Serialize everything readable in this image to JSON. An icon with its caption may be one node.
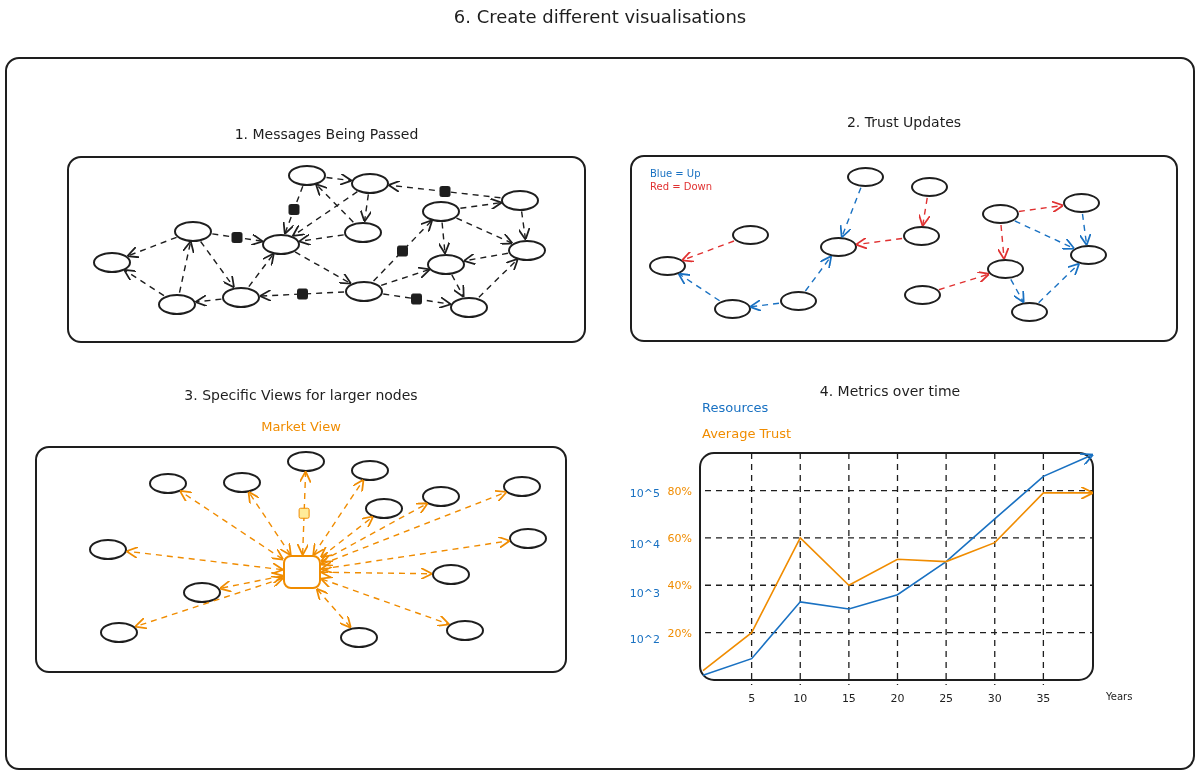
{
  "diagram": {
    "title": "6. Create different visualisations",
    "nodes": [
      {
        "text": [],
        "shape": "box"
      },
      {
        "text": [
          "1. Messages Being Passed"
        ],
        "in": 0
      },
      {
        "text": [
          "2. Trust Updates",
          "Blue = Up",
          "Red = Down"
        ],
        "in": 0
      },
      {
        "text": [
          "3. Specific Views for larger nodes",
          "Market View"
        ],
        "in": 0
      },
      {
        "text": [],
        "shape": "circle",
        "in": 1
      },
      {
        "text": [],
        "shape": "circle",
        "in": 1
      },
      {
        "text": [],
        "shape": "circle",
        "in": 1
      },
      {
        "text": [],
        "shape": "circle",
        "in": 1
      },
      {
        "text": [],
        "shape": "circle",
        "in": 1
      },
      {
        "text": [],
        "shape": "circle",
        "in": 1
      },
      {
        "text": [],
        "shape": "circle",
        "in": 1
      },
      {
        "text": [],
        "shape": "circle",
        "in": 1
      },
      {
        "text": [],
        "shape": "circle",
        "in": 1
      },
      {
        "text": [],
        "shape": "circle",
        "in": 1
      },
      {
        "text": [],
        "shape": "circle",
        "in": 1
      },
      {
        "text": [],
        "shape": "circle",
        "in": 1
      },
      {
        "text": [],
        "shape": "circle",
        "in": 1
      },
      {
        "text": [],
        "shape": "circle",
        "in": 1
      },
      {
        "text": [],
        "shape": "circle",
        "in": 2
      },
      {
        "text": [],
        "shape": "circle",
        "in": 2
      },
      {
        "text": [],
        "shape": "circle",
        "in": 2
      },
      {
        "text": [],
        "shape": "circle",
        "in": 2
      },
      {
        "text": [],
        "shape": "circle",
        "in": 2
      },
      {
        "text": [],
        "shape": "circle",
        "in": 2
      },
      {
        "text": [],
        "shape": "circle",
        "in": 2
      },
      {
        "text": [],
        "shape": "circle",
        "in": 2
      },
      {
        "text": [],
        "shape": "circle",
        "in": 2
      },
      {
        "text": [],
        "shape": "circle",
        "in": 2
      },
      {
        "text": [],
        "shape": "circle",
        "in": 2
      },
      {
        "text": [],
        "shape": "circle",
        "in": 2
      },
      {
        "text": [],
        "shape": "circle",
        "in": 2
      },
      {
        "text": [],
        "shape": "circle",
        "in": 2
      },
      {
        "text": [],
        "shape": "box",
        "in": 3
      },
      {
        "text": [],
        "shape": "circle",
        "in": 3
      },
      {
        "text": [],
        "shape": "circle",
        "in": 3
      },
      {
        "text": [],
        "shape": "circle",
        "in": 3
      },
      {
        "text": [],
        "shape": "circle",
        "in": 3
      },
      {
        "text": [],
        "shape": "circle",
        "in": 3
      },
      {
        "text": [],
        "shape": "circle",
        "in": 3
      },
      {
        "text": [],
        "shape": "circle",
        "in": 3
      },
      {
        "text": [],
        "shape": "circle",
        "in": 3
      },
      {
        "text": [],
        "shape": "circle",
        "in": 3
      },
      {
        "text": [],
        "shape": "circle",
        "in": 3
      },
      {
        "text": [],
        "shape": "circle",
        "in": 3
      },
      {
        "text": [],
        "shape": "circle",
        "in": 3
      },
      {
        "text": [],
        "shape": "circle",
        "in": 3
      },
      {
        "text": [],
        "shape": "circle",
        "in": 3
      }
    ],
    "edges": [
      {
        "from": 4,
        "to": 5,
        "arrow": "to",
        "style": "dashed"
      },
      {
        "from": 4,
        "to": 10,
        "arrow": "to",
        "style": "dashed"
      },
      {
        "from": 5,
        "to": 10,
        "arrow": "to",
        "style": "dashed"
      },
      {
        "from": 5,
        "to": 8,
        "arrow": "to",
        "style": "dashed"
      },
      {
        "from": 8,
        "to": 4,
        "arrow": "to",
        "style": "dashed"
      },
      {
        "from": 8,
        "to": 10,
        "arrow": "to",
        "style": "dashed"
      },
      {
        "from": 6,
        "to": 5,
        "arrow": "to",
        "style": "dashed"
      },
      {
        "from": 7,
        "to": 6,
        "arrow": "to",
        "style": "dashed"
      },
      {
        "from": 7,
        "to": 11,
        "arrow": "to",
        "style": "dashed"
      },
      {
        "from": 7,
        "to": 13,
        "arrow": "to",
        "style": "dashed"
      },
      {
        "from": 6,
        "to": 11,
        "arrow": "to",
        "style": "dashed"
      },
      {
        "from": 11,
        "to": 13,
        "arrow": "to",
        "style": "dashed"
      },
      {
        "from": 13,
        "to": 17,
        "arrow": "to",
        "style": "dashed"
      },
      {
        "from": 17,
        "to": 11,
        "arrow": "to",
        "style": "dashed"
      },
      {
        "from": 14,
        "to": 7,
        "arrow": "to",
        "style": "dashed"
      },
      {
        "from": 14,
        "to": 13,
        "arrow": "to",
        "style": "dashed"
      },
      {
        "from": 14,
        "to": 17,
        "arrow": "to",
        "style": "dashed"
      },
      {
        "from": 14,
        "to": 15,
        "arrow": "to",
        "style": "dashed"
      },
      {
        "from": 10,
        "to": 14,
        "arrow": "to",
        "style": "dashed"
      },
      {
        "from": 9,
        "to": 10,
        "arrow": "to",
        "style": "dashed"
      },
      {
        "from": 9,
        "to": 12,
        "arrow": "to",
        "style": "dashed"
      },
      {
        "from": 9,
        "to": 15,
        "arrow": "to",
        "style": "dashed"
      },
      {
        "from": 15,
        "to": 10,
        "arrow": "to",
        "style": "dashed"
      },
      {
        "from": 15,
        "to": 16,
        "arrow": "to",
        "style": "dashed"
      },
      {
        "from": 16,
        "to": 9,
        "arrow": "to",
        "style": "dashed"
      },
      {
        "from": 16,
        "to": 12,
        "arrow": "to",
        "style": "dashed"
      },
      {
        "from": 18,
        "to": 24,
        "arrow": "to",
        "style": "dashed",
        "color": "#1971c2"
      },
      {
        "from": 19,
        "to": 23,
        "arrow": "to",
        "style": "dashed",
        "color": "#e03131"
      },
      {
        "from": 23,
        "to": 24,
        "arrow": "to",
        "style": "dashed",
        "color": "#e03131"
      },
      {
        "from": 22,
        "to": 26,
        "arrow": "to",
        "style": "dashed",
        "color": "#e03131"
      },
      {
        "from": 30,
        "to": 26,
        "arrow": "to",
        "style": "dashed",
        "color": "#1971c2"
      },
      {
        "from": 29,
        "to": 30,
        "arrow": "to",
        "style": "dashed",
        "color": "#1971c2"
      },
      {
        "from": 29,
        "to": 24,
        "arrow": "to",
        "style": "dashed",
        "color": "#1971c2"
      },
      {
        "from": 21,
        "to": 20,
        "arrow": "to",
        "style": "dashed",
        "color": "#e03131"
      },
      {
        "from": 21,
        "to": 27,
        "arrow": "to",
        "style": "dashed",
        "color": "#e03131"
      },
      {
        "from": 21,
        "to": 25,
        "arrow": "to",
        "style": "dashed",
        "color": "#1971c2"
      },
      {
        "from": 20,
        "to": 25,
        "arrow": "to",
        "style": "dashed",
        "color": "#1971c2"
      },
      {
        "from": 28,
        "to": 27,
        "arrow": "to",
        "style": "dashed",
        "color": "#e03131"
      },
      {
        "from": 27,
        "to": 31,
        "arrow": "to",
        "style": "dashed",
        "color": "#1971c2"
      },
      {
        "from": 31,
        "to": 25,
        "arrow": "to",
        "style": "dashed",
        "color": "#1971c2"
      },
      {
        "from": 32,
        "to": 33,
        "arrow": "both",
        "style": "dashed",
        "color": "#f08c00"
      },
      {
        "from": 32,
        "to": 34,
        "arrow": "both",
        "style": "dashed",
        "color": "#f08c00"
      },
      {
        "from": 32,
        "to": 35,
        "arrow": "both",
        "style": "dashed",
        "color": "#f08c00"
      },
      {
        "from": 32,
        "to": 36,
        "arrow": "both",
        "style": "dashed",
        "color": "#f08c00"
      },
      {
        "from": 32,
        "to": 37,
        "arrow": "both",
        "style": "dashed",
        "color": "#f08c00"
      },
      {
        "from": 32,
        "to": 38,
        "arrow": "both",
        "style": "dashed",
        "color": "#f08c00"
      },
      {
        "from": 32,
        "to": 39,
        "arrow": "both",
        "style": "dashed",
        "color": "#f08c00"
      },
      {
        "from": 32,
        "to": 40,
        "arrow": "both",
        "style": "dashed",
        "color": "#f08c00"
      },
      {
        "from": 32,
        "to": 41,
        "arrow": "both",
        "style": "dashed",
        "color": "#f08c00"
      },
      {
        "from": 32,
        "to": 42,
        "arrow": "both",
        "style": "dashed",
        "color": "#f08c00"
      },
      {
        "from": 32,
        "to": 43,
        "arrow": "both",
        "style": "dashed",
        "color": "#f08c00"
      },
      {
        "from": 32,
        "to": 44,
        "arrow": "both",
        "style": "dashed",
        "color": "#f08c00"
      },
      {
        "from": 32,
        "to": 45,
        "arrow": "both",
        "style": "dashed",
        "color": "#f08c00"
      },
      {
        "from": 32,
        "to": 46,
        "arrow": "both",
        "style": "dashed",
        "color": "#f08c00"
      }
    ],
    "labels": [
      "10^5",
      "10^4",
      "10^3",
      "10^2"
    ],
    "chart_data": {
      "type": "line",
      "title": "4. Metrics over time",
      "xlabel": "Years",
      "x": [
        0,
        5,
        10,
        15,
        20,
        25,
        30,
        35,
        40
      ],
      "series": [
        {
          "name": "Resources",
          "color": "#1971c2",
          "values": [
            2,
            9,
            33,
            30,
            36,
            50,
            68,
            86,
            95
          ]
        },
        {
          "name": "Average Trust",
          "color": "#f08c00",
          "values": [
            4,
            20,
            60,
            40,
            51,
            50,
            58,
            79,
            79
          ]
        }
      ],
      "grid": true,
      "xlim": [
        0,
        40
      ],
      "ylim": [
        0,
        95
      ],
      "xticks": [
        5,
        10,
        15,
        20,
        25,
        30,
        35
      ],
      "yticks": [
        {
          "value": 20,
          "label": "20%"
        },
        {
          "value": 40,
          "label": "40%"
        },
        {
          "value": 60,
          "label": "60%"
        },
        {
          "value": 80,
          "label": "80%"
        }
      ]
    }
  }
}
